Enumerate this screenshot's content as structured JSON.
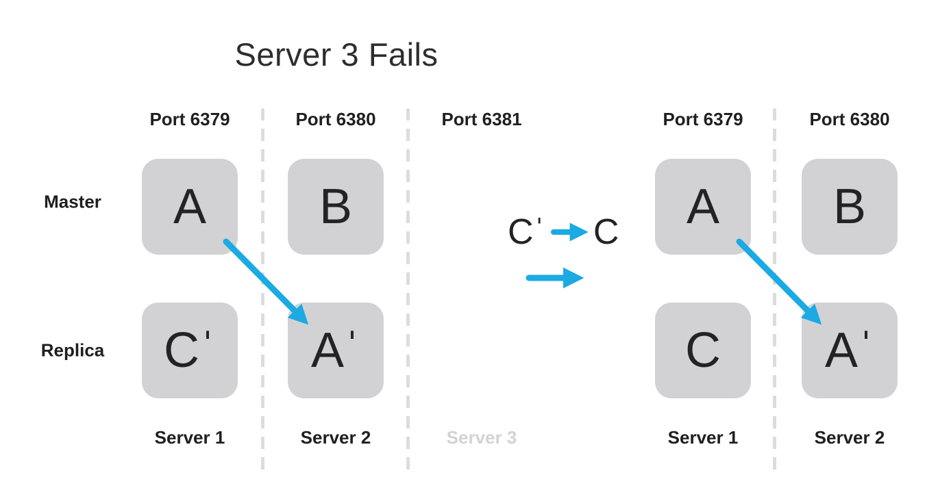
{
  "title": "Server 3 Fails",
  "row_labels": {
    "master": "Master",
    "replica": "Replica"
  },
  "left_cluster": {
    "ports": [
      "Port 6379",
      "Port 6380",
      "Port 6381"
    ],
    "masters": [
      "A",
      "B"
    ],
    "replicas": [
      "Cˈ",
      "Aˈ"
    ],
    "servers": [
      "Server 1",
      "Server 2",
      "Server 3"
    ],
    "failed_server": "Server 3"
  },
  "transition": {
    "from": "Cˈ",
    "to": "C"
  },
  "right_cluster": {
    "ports": [
      "Port 6379",
      "Port 6380"
    ],
    "masters": [
      "A",
      "B"
    ],
    "replicas": [
      "C",
      "Aˈ"
    ],
    "servers": [
      "Server 1",
      "Server 2"
    ]
  },
  "colors": {
    "arrow_blue": "#1baae2",
    "node_gray": "#d2d2d4",
    "dash_gray": "#dcdcdc",
    "faded_label": "#d3d3d3",
    "text_dark": "#232323"
  }
}
